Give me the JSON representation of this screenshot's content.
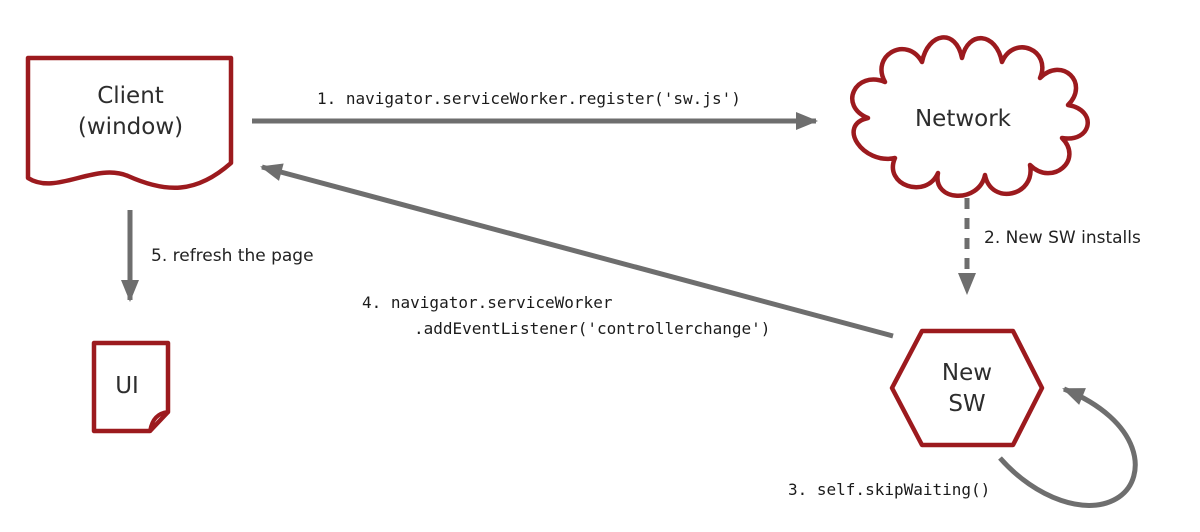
{
  "nodes": {
    "client": {
      "line1": "Client",
      "line2": "(window)"
    },
    "network": {
      "label": "Network"
    },
    "new_sw": {
      "line1": "New",
      "line2": "SW"
    },
    "ui": {
      "label": "UI"
    }
  },
  "steps": {
    "step1": {
      "label": "1. navigator.serviceWorker.register('sw.js')"
    },
    "step2": {
      "label": "2. New SW installs"
    },
    "step3": {
      "label": "3. self.skipWaiting()"
    },
    "step4": {
      "line1": "4. navigator.serviceWorker",
      "line2": ".addEventListener('controllerchange')"
    },
    "step5": {
      "label": "5. refresh the page"
    }
  },
  "colors": {
    "shape_border": "#9c1a1e",
    "arrow": "#6e6e6e",
    "node_text": "#2d2d2d",
    "code_text": "#1b1b1b",
    "label_text": "#222222",
    "bg": "#ffffff"
  }
}
